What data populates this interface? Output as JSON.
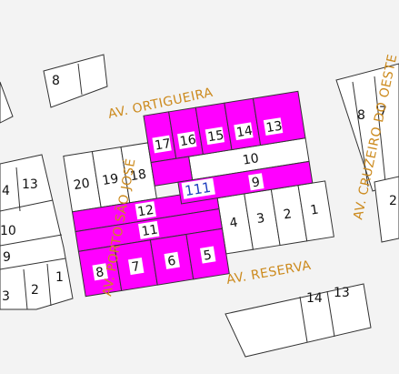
{
  "colors": {
    "highlight": "#ff00ff",
    "lot": "#ffffff",
    "street_label": "#cc8a1d",
    "block_label": "#1f3fbf",
    "background": "#f3f3f3"
  },
  "block_number": "111",
  "streets": {
    "top": "AV. ORTIGUEIRA",
    "left": "AV. PORTO SÃO JOSÉ",
    "bottom": "AV. RESERVA",
    "right": "AV. CRUZEIRO DO OESTE"
  },
  "lots": {
    "l1": "1",
    "l2": "2",
    "l3": "3",
    "l4": "4",
    "l5": "5",
    "l6": "6",
    "l7": "7",
    "l8": "8",
    "l9": "9",
    "l10": "10",
    "l11": "11",
    "l12": "12",
    "l13": "13",
    "l14": "14",
    "l15": "15",
    "l16": "16",
    "l17": "17",
    "l18": "18",
    "l19": "19",
    "l20": "20"
  },
  "neighbors": {
    "top_left_8": "8",
    "left_4": "4",
    "left_13": "13",
    "left_10": "10",
    "left_9": "9",
    "left_3": "3",
    "left_2": "2",
    "left_1": "1",
    "right_8": "8",
    "right_7": "7",
    "right_2": "2",
    "bottom_14": "14",
    "bottom_13": "13"
  }
}
